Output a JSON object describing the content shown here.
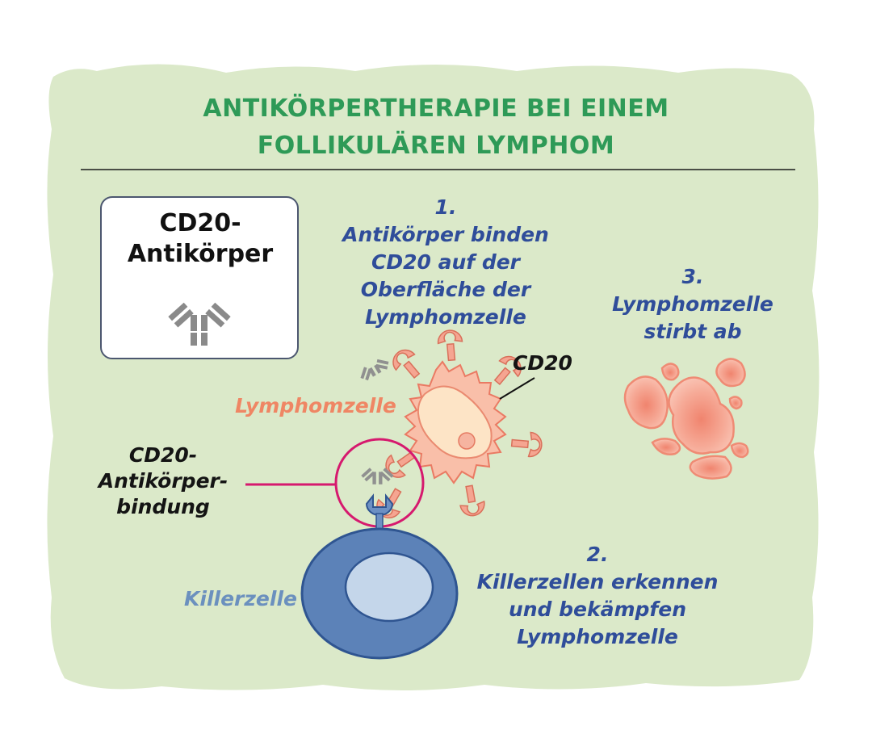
{
  "title": {
    "line1": "ANTIKÖRPERTHERAPIE BEI EINEM",
    "line2": "FOLLIKULÄREN LYMPHOM"
  },
  "legend": {
    "line1": "CD20-",
    "line2": "Antikörper"
  },
  "step1": {
    "number": "1.",
    "line1": "Antikörper binden",
    "line2": "CD20 auf der",
    "line3": "Oberfläche der",
    "line4": "Lymphomzelle"
  },
  "step2": {
    "number": "2.",
    "line1": "Killerzellen erkennen",
    "line2": "und bekämpfen",
    "line3": "Lymphomzelle"
  },
  "step3": {
    "number": "3.",
    "line1": "Lymphomzelle",
    "line2": "stirbt ab"
  },
  "labels": {
    "cd20": "CD20",
    "lymphoma_cell": "Lymphomzelle",
    "killer_cell": "Killerzelle",
    "binding_line1": "CD20-",
    "binding_line2": "Antikörper-",
    "binding_line3": "bindung"
  },
  "colors": {
    "background_green": "#dbe9c9",
    "title_green": "#2e9a57",
    "step_blue": "#2f4d9a",
    "lymphoma_salmon": "#f5a591",
    "killer_blue": "#4d78b0",
    "highlight_magenta": "#d6196e"
  }
}
